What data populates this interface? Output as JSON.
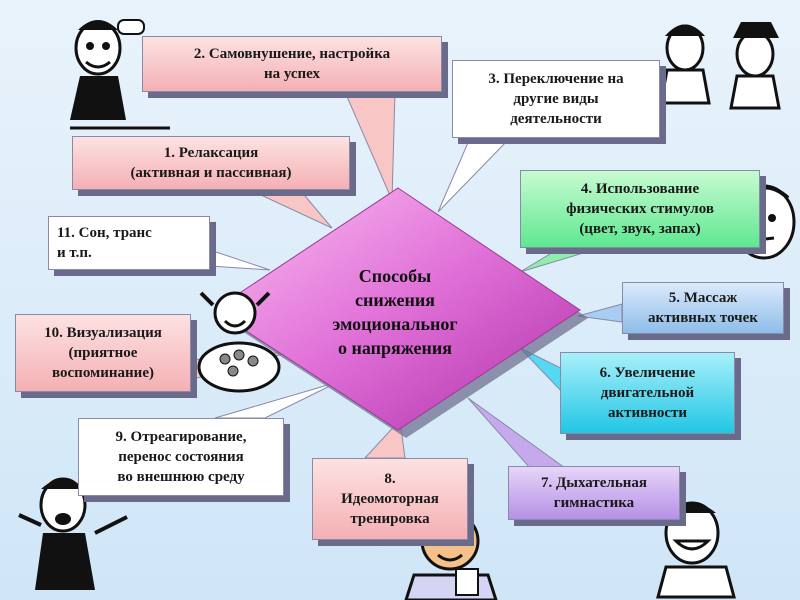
{
  "center": {
    "title": "Способы\nснижения\nэмоциональног\nо напряжения"
  },
  "methods": [
    {
      "id": "m2",
      "label": "2.   Самовнушение, настройка\nна успех"
    },
    {
      "id": "m3",
      "label": "3. Переключение на\nдругие виды\nдеятельности"
    },
    {
      "id": "m1",
      "label": "1. Релаксация\n(активная и пассивная)"
    },
    {
      "id": "m4",
      "label": "4.   Использование\nфизических стимулов\n(цвет, звук, запах)"
    },
    {
      "id": "m11",
      "label": "11.   Сон, транс\nи т.п."
    },
    {
      "id": "m5",
      "label": "5.   Массаж\nактивных точек"
    },
    {
      "id": "m10",
      "label": "10. Визуализация\n(приятное\nвоспоминание)"
    },
    {
      "id": "m6",
      "label": "6. Увеличение\nдвигательной\nактивности"
    },
    {
      "id": "m9",
      "label": "9. Отреагирование,\nперенос состояния\nво внешнюю среду"
    },
    {
      "id": "m8",
      "label": "8.\nИдеомоторная\nтренировка"
    },
    {
      "id": "m7",
      "label": "7.   Дыхательная\nгимнастика"
    }
  ],
  "colors": {
    "diamond_top": "#f7a8ee",
    "diamond_bottom": "#c038b8",
    "pink_box": "#f9c6c6",
    "green_box": "#8ef0a8",
    "blue_box": "#a7cdf2",
    "purple_box": "#c6a8ec",
    "cyan_box": "#54d9f0",
    "white_box": "#ffffff"
  },
  "icons": [
    "man-on-phone-icon",
    "couple-icon",
    "thinking-man-icon",
    "girl-with-coins-icon",
    "shouting-man-icon",
    "doctor-icon",
    "grinning-man-icon"
  ]
}
